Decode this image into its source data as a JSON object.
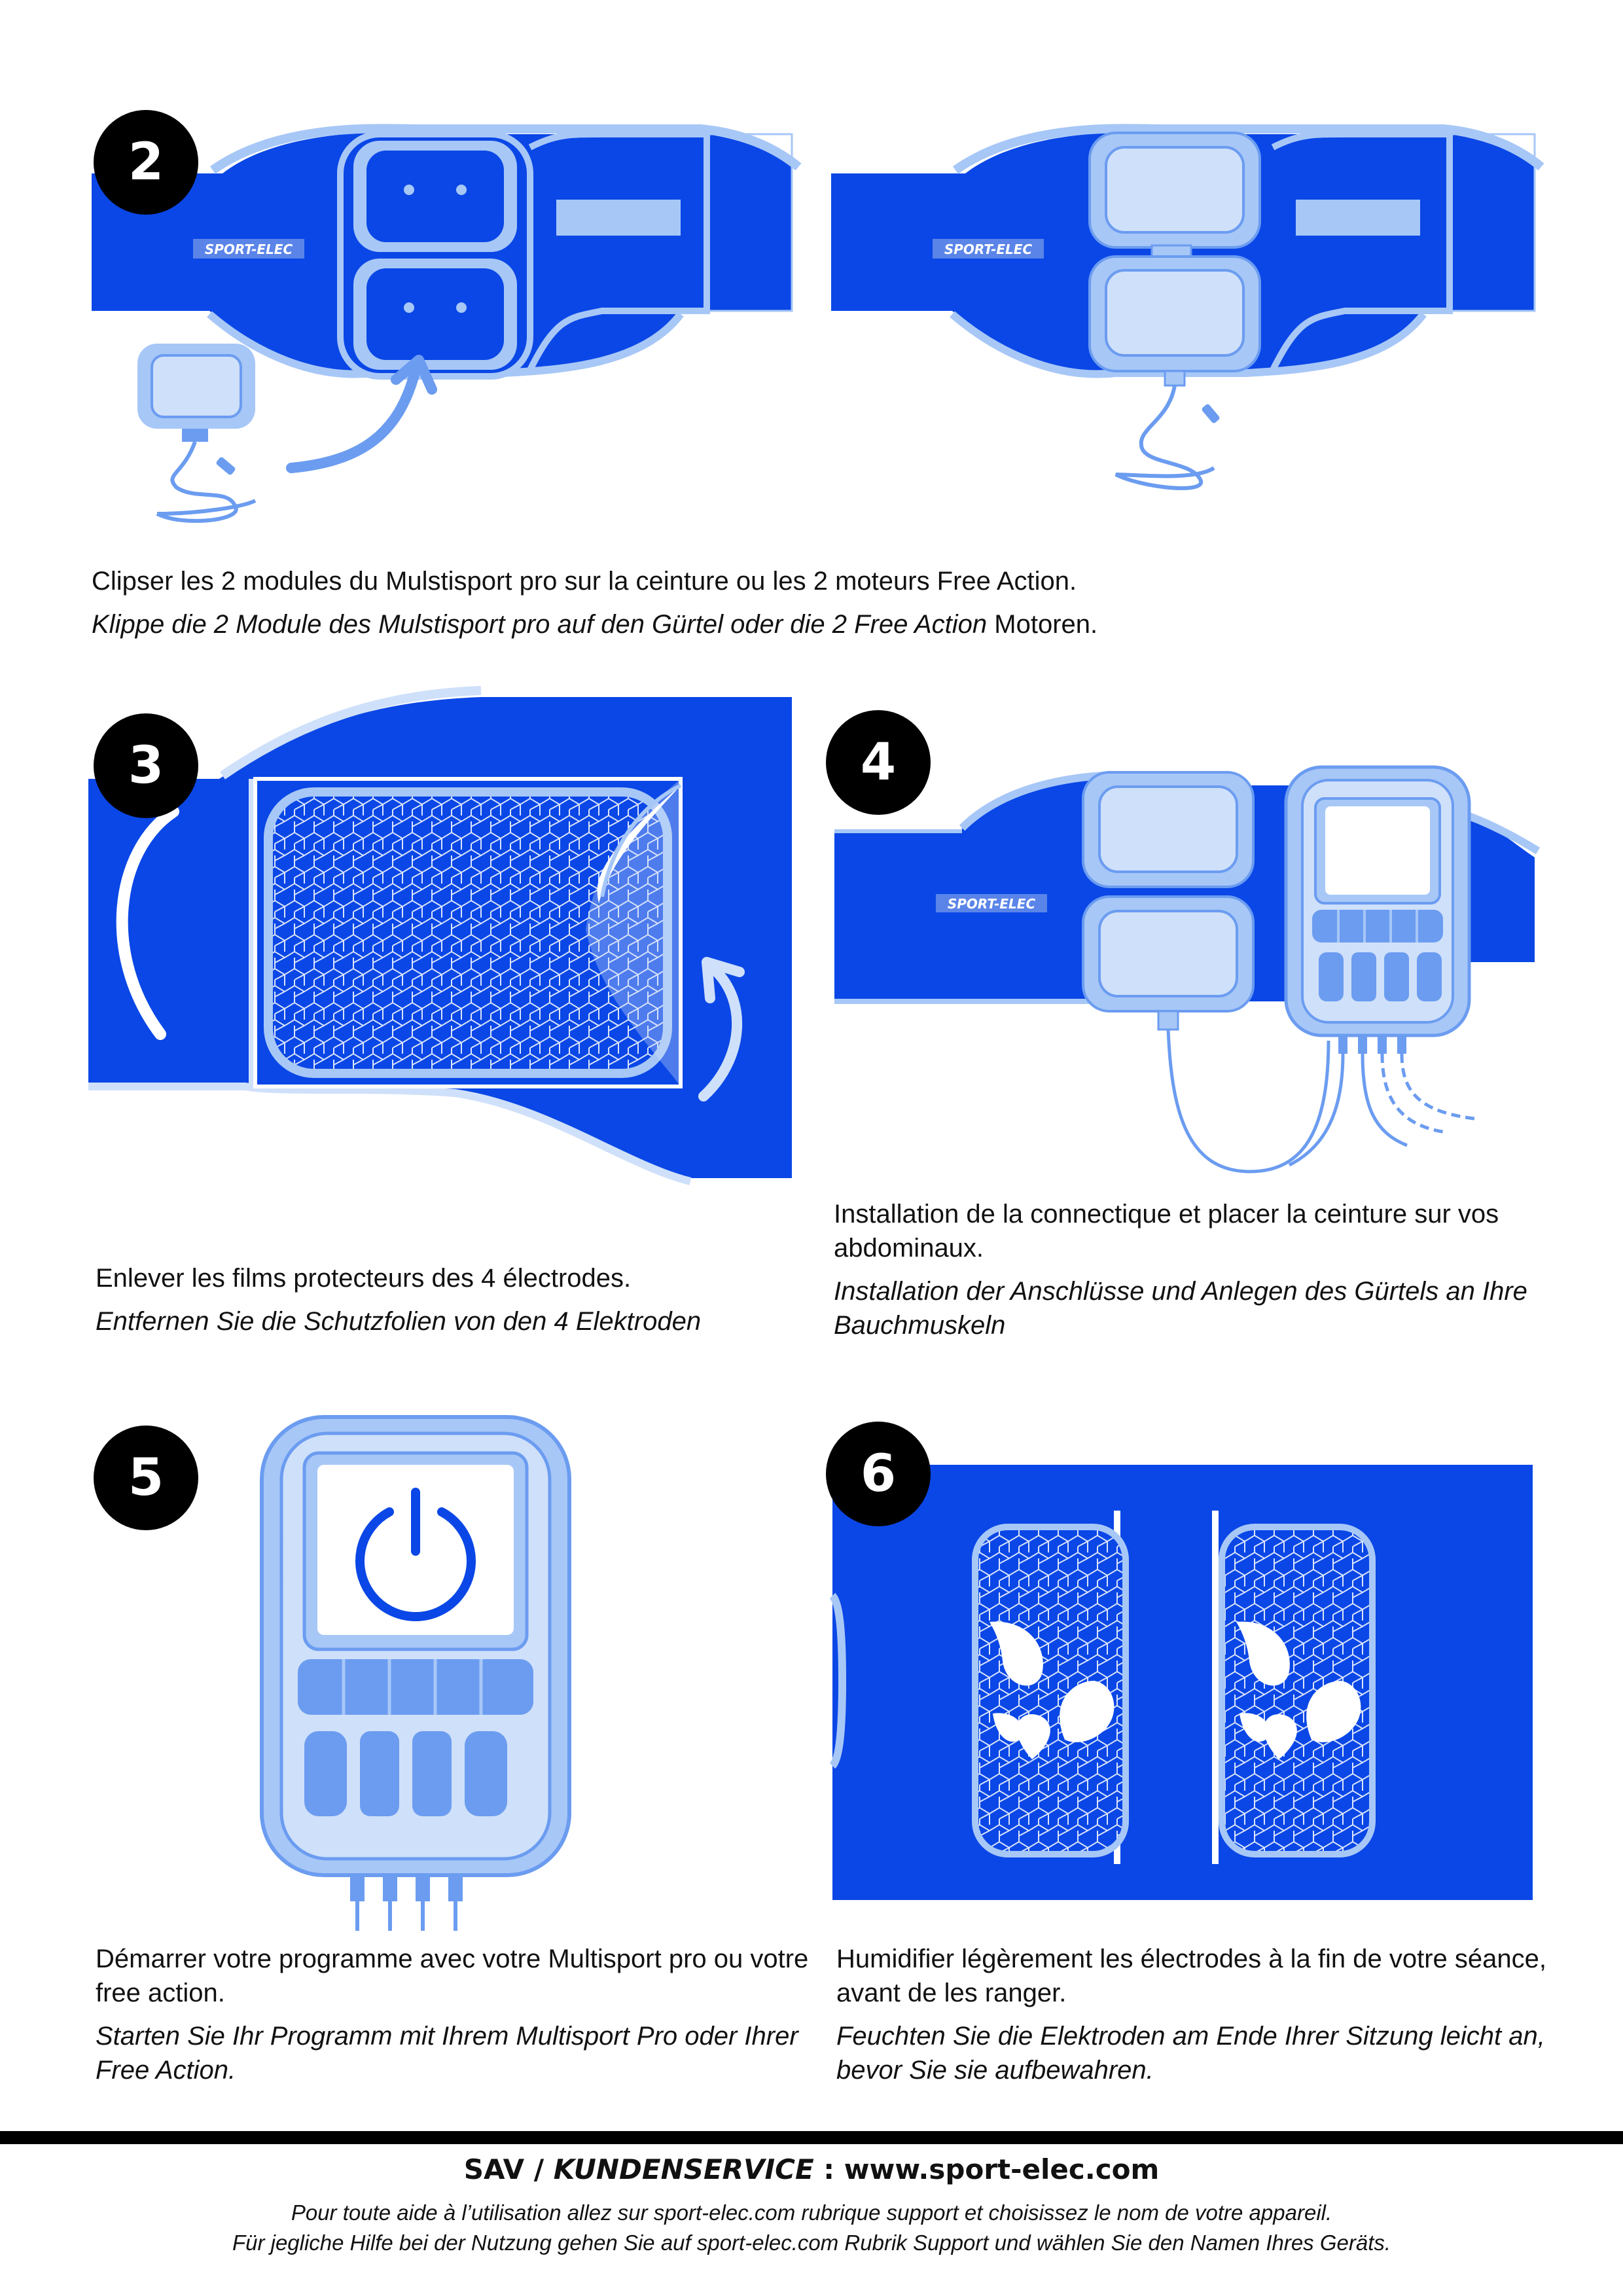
{
  "steps": [
    {
      "number": "2",
      "fr": "Clipser les 2 modules du Mulstisport pro sur la ceinture ou les 2 moteurs Free Action.",
      "de_italic": "Klippe die 2 Module des Mulstisport pro auf den Gürtel oder die 2 Free Action",
      "de_upright": " Motoren."
    },
    {
      "number": "3",
      "fr": "Enlever les films protecteurs des 4 électrodes.",
      "de": "Entfernen Sie die Schutzfolien von den 4 Elektroden"
    },
    {
      "number": "4",
      "fr": "Installation de la connectique et placer la ceinture sur vos abdominaux.",
      "de": "Installation der Anschlüsse und Anlegen des Gürtels an Ihre Bauchmuskeln"
    },
    {
      "number": "5",
      "fr": "Démarrer votre programme avec votre Multisport pro ou votre free action.",
      "de": "Starten Sie Ihr Programm mit Ihrem Multisport Pro oder Ihrer Free Action."
    },
    {
      "number": "6",
      "fr": "Humidifier légèrement les électrodes à la fin de votre séance, avant de les ranger.",
      "de": "Feuchten Sie die Elektroden am Ende Ihrer Sitzung leicht an, bevor Sie sie aufbewahren."
    }
  ],
  "brand_logo": "SPORT-ELEC",
  "footer": {
    "sav": "SAV",
    "sep": " / ",
    "kundenservice": "KUNDENSERVICE",
    "colon_url": " : www.sport-elec.com",
    "note_fr": "Pour toute aide à l’utilisation allez sur  sport-elec.com rubrique support et choisissez le nom de votre appareil.",
    "note_de": "Für jegliche Hilfe bei der Nutzung gehen Sie auf sport-elec.com Rubrik Support und wählen Sie den Namen Ihres Geräts."
  },
  "colors": {
    "belt_blue": "#0a47e6",
    "light_blue": "#a7c7f7",
    "pale_blue": "#cfe0fa",
    "mid_blue": "#6b9cf0",
    "black": "#000000"
  },
  "icons": [
    "power-icon",
    "water-drop-icon",
    "arrow-icon"
  ]
}
